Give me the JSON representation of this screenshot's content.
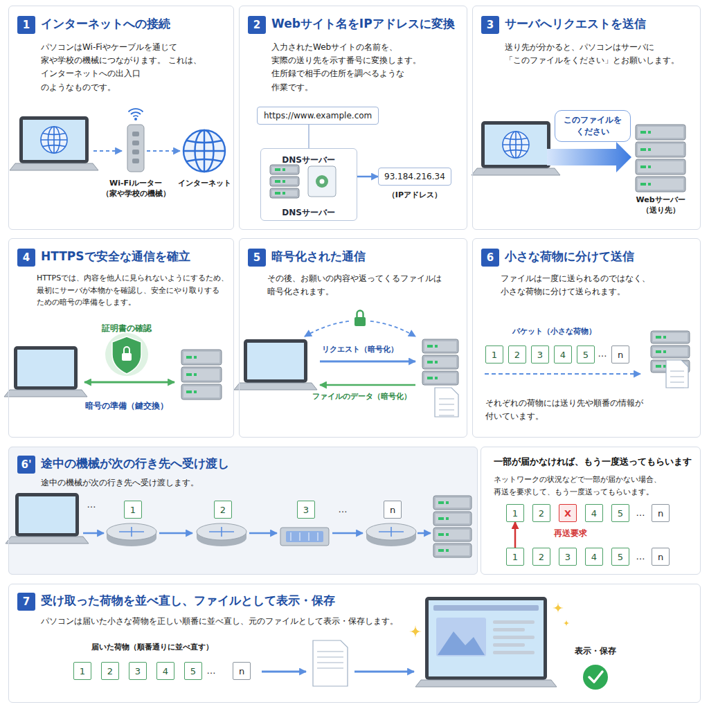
{
  "diagram": {
    "nodes": [
      {
        "text": [
          "インターネットへの接続",
          "パソコンはWi-Fiやケーブルを通じて 家や学校の機械につながります。 これは、インターネットへの出入口 のようなものです。"
        ]
      },
      {
        "text": [
          "1"
        ],
        "in": 0
      },
      {
        "text": [
          "Webサイト名をIPアドレスに変換",
          "入力されたWebサイトの名前を、 実際の送り先を示す番号に変換します。 住所録で相手の住所を調べるような 作業です。"
        ]
      },
      {
        "text": [
          "2"
        ],
        "in": 2
      },
      {
        "text": [
          "https://www.example.com"
        ],
        "in": 2
      },
      {
        "text": [
          "DNSサーバー",
          "DNSサーバー"
        ],
        "in": 2
      },
      {
        "text": [
          "93.184.216.34",
          "（IPアドレス）"
        ],
        "in": 2
      },
      {
        "text": [
          "サーバへリクエストを送信",
          "送り先が分かると、パソコンはサーバに 「このファイルをください」とお願いします。"
        ]
      },
      {
        "text": [
          "3"
        ],
        "in": 7
      },
      {
        "text": [
          "このファイルを ください"
        ],
        "in": 7
      },
      {
        "text": [
          "HTTPSで安全な通信を確立",
          "HTTPSでは、内容を他人に見られないようにするため、 最初にサーバが本物かを確認し、安全にやり取りする ための暗号の準備をします。"
        ]
      },
      {
        "text": [
          "4"
        ],
        "in": 10
      },
      {
        "text": [
          "暗号化された通信",
          "その後、お願いの内容や返ってくるファイルは 暗号化されます。"
        ]
      },
      {
        "text": [
          "5"
        ],
        "in": 12
      },
      {
        "text": [
          "小さな荷物に分けて送信",
          "ファイルは一度に送られるのではなく、 小さな荷物に分けて送られます。",
          "それぞれの荷物には送り先や順番の情報が 付いています。"
        ]
      },
      {
        "text": [
          "6"
        ],
        "in": 14
      },
      {
        "text": [
          "1"
        ],
        "in": 14
      },
      {
        "text": [
          "2"
        ],
        "in": 14
      },
      {
        "text": [
          "3"
        ],
        "in": 14
      },
      {
        "text": [
          "4"
        ],
        "in": 14
      },
      {
        "text": [
          "5"
        ],
        "in": 14
      },
      {
        "text": [
          "n"
        ],
        "in": 14
      },
      {
        "text": [
          "途中の機械が次の行き先へ受け渡し",
          "途中の機械が次の行き先へ受け渡します。"
        ]
      },
      {
        "text": [
          "6'"
        ],
        "in": 22
      },
      {
        "text": [
          "1"
        ],
        "in": 22
      },
      {
        "text": [
          "2"
        ],
        "in": 22
      },
      {
        "text": [
          "3"
        ],
        "in": 22
      },
      {
        "text": [
          "n"
        ],
        "in": 22
      },
      {
        "text": [
          "一部が届かなければ、もう一度送ってもらいます",
          "ネットワークの状況などで一部が届かない場合、 再送を要求して、もう一度送ってもらいます。"
        ]
      },
      {
        "text": [
          "1"
        ],
        "in": 28
      },
      {
        "text": [
          "2"
        ],
        "in": 28
      },
      {
        "text": [
          "X"
        ],
        "in": 28
      },
      {
        "text": [
          "4"
        ],
        "in": 28
      },
      {
        "text": [
          "5"
        ],
        "in": 28
      },
      {
        "text": [
          "n"
        ],
        "in": 28
      },
      {
        "text": [
          "1"
        ],
        "in": 28
      },
      {
        "text": [
          "2"
        ],
        "in": 28
      },
      {
        "text": [
          "3"
        ],
        "in": 28
      },
      {
        "text": [
          "4"
        ],
        "in": 28
      },
      {
        "text": [
          "5"
        ],
        "in": 28
      },
      {
        "text": [
          "n"
        ],
        "in": 28
      },
      {
        "text": [
          "受け取った荷物を並べ直し、ファイルとして表示・保存",
          "パソコンは届いた小さな荷物を正しい順番に並べ直し、元のファイルとして表示・保存します。"
        ]
      },
      {
        "text": [
          "7"
        ],
        "in": 41
      },
      {
        "text": [
          "1"
        ],
        "in": 41
      },
      {
        "text": [
          "2"
        ],
        "in": 41
      },
      {
        "text": [
          "3"
        ],
        "in": 41
      },
      {
        "text": [
          "4"
        ],
        "in": 41
      },
      {
        "text": [
          "5"
        ],
        "in": 41
      },
      {
        "text": [
          "n"
        ],
        "in": 41
      }
    ],
    "edges": [
      {
        "from": 4,
        "to": 5,
        "arrow": "none"
      },
      {
        "from": 5,
        "to": 6,
        "arrow": "to"
      },
      {
        "from": 35,
        "to": 29,
        "arrow": "to"
      }
    ],
    "labels": [
      "Wi-Fiルーター （家や学校の機械）",
      "インターネット",
      "Webサーバー （送り先）",
      "証明書の確認",
      "暗号の準備（鍵交換）",
      "リクエスト（暗号化）",
      "ファイルのデータ（暗号化）",
      "パケット（小さな荷物）",
      "…",
      "…",
      "…",
      "…",
      "再送要求",
      "…",
      "届いた荷物（順番通りに並べ直す）",
      "…",
      "表示・保存"
    ]
  }
}
